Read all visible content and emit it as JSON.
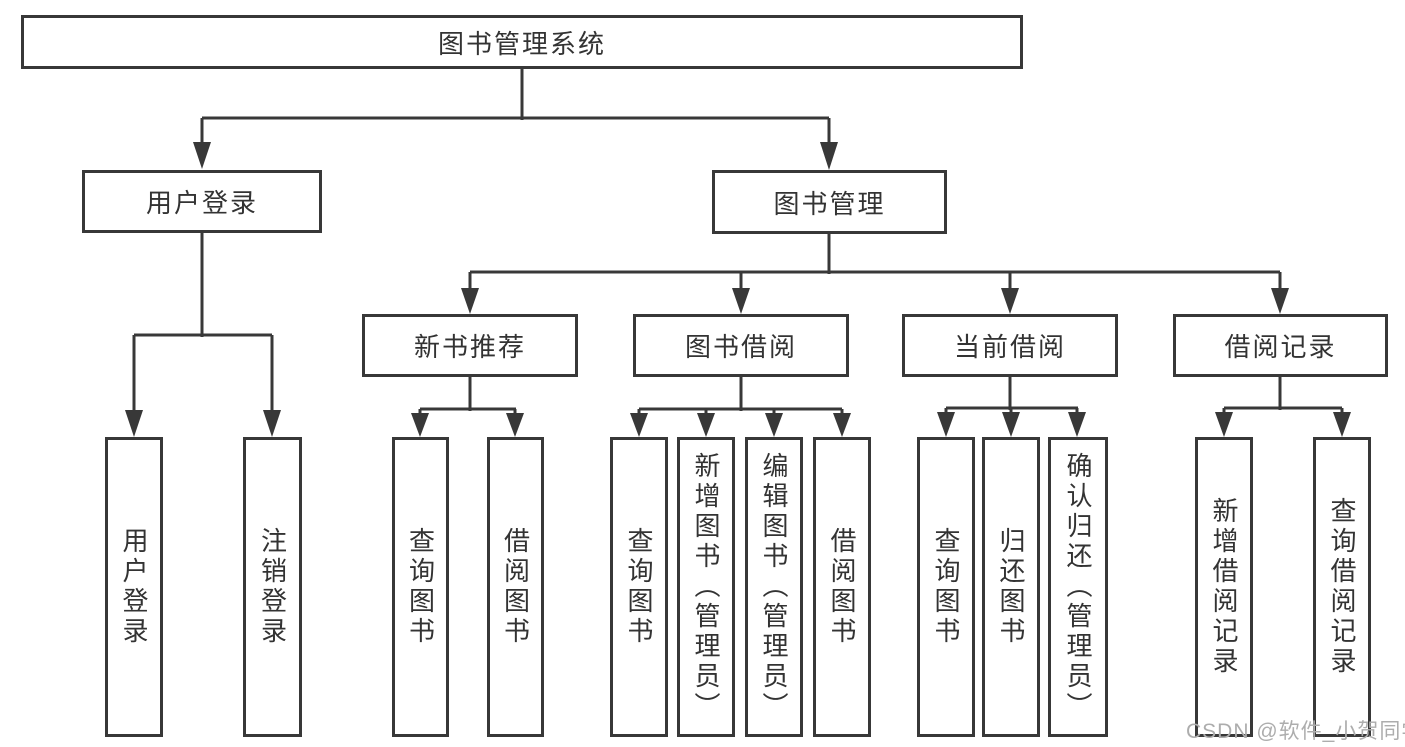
{
  "tree": {
    "root": "图书管理系统",
    "level2": [
      {
        "label": "用户登录",
        "leaves": [
          "用户登录",
          "注销登录"
        ]
      },
      {
        "label": "图书管理",
        "sections": [
          {
            "label": "新书推荐",
            "leaves": [
              "查询图书",
              "借阅图书"
            ]
          },
          {
            "label": "图书借阅",
            "leaves": [
              "查询图书",
              "新增图书（管理员）",
              "编辑图书（管理员）",
              "借阅图书"
            ]
          },
          {
            "label": "当前借阅",
            "leaves": [
              "查询图书",
              "归还图书",
              "确认归还（管理员）"
            ]
          },
          {
            "label": "借阅记录",
            "leaves": [
              "新增借阅记录",
              "查询借阅记录"
            ]
          }
        ]
      }
    ]
  },
  "watermark": "CSDN @软件_小贺同学",
  "colors": {
    "line": "#383838",
    "text": "#333333",
    "watermark": "#adadad",
    "background": "#ffffff"
  }
}
